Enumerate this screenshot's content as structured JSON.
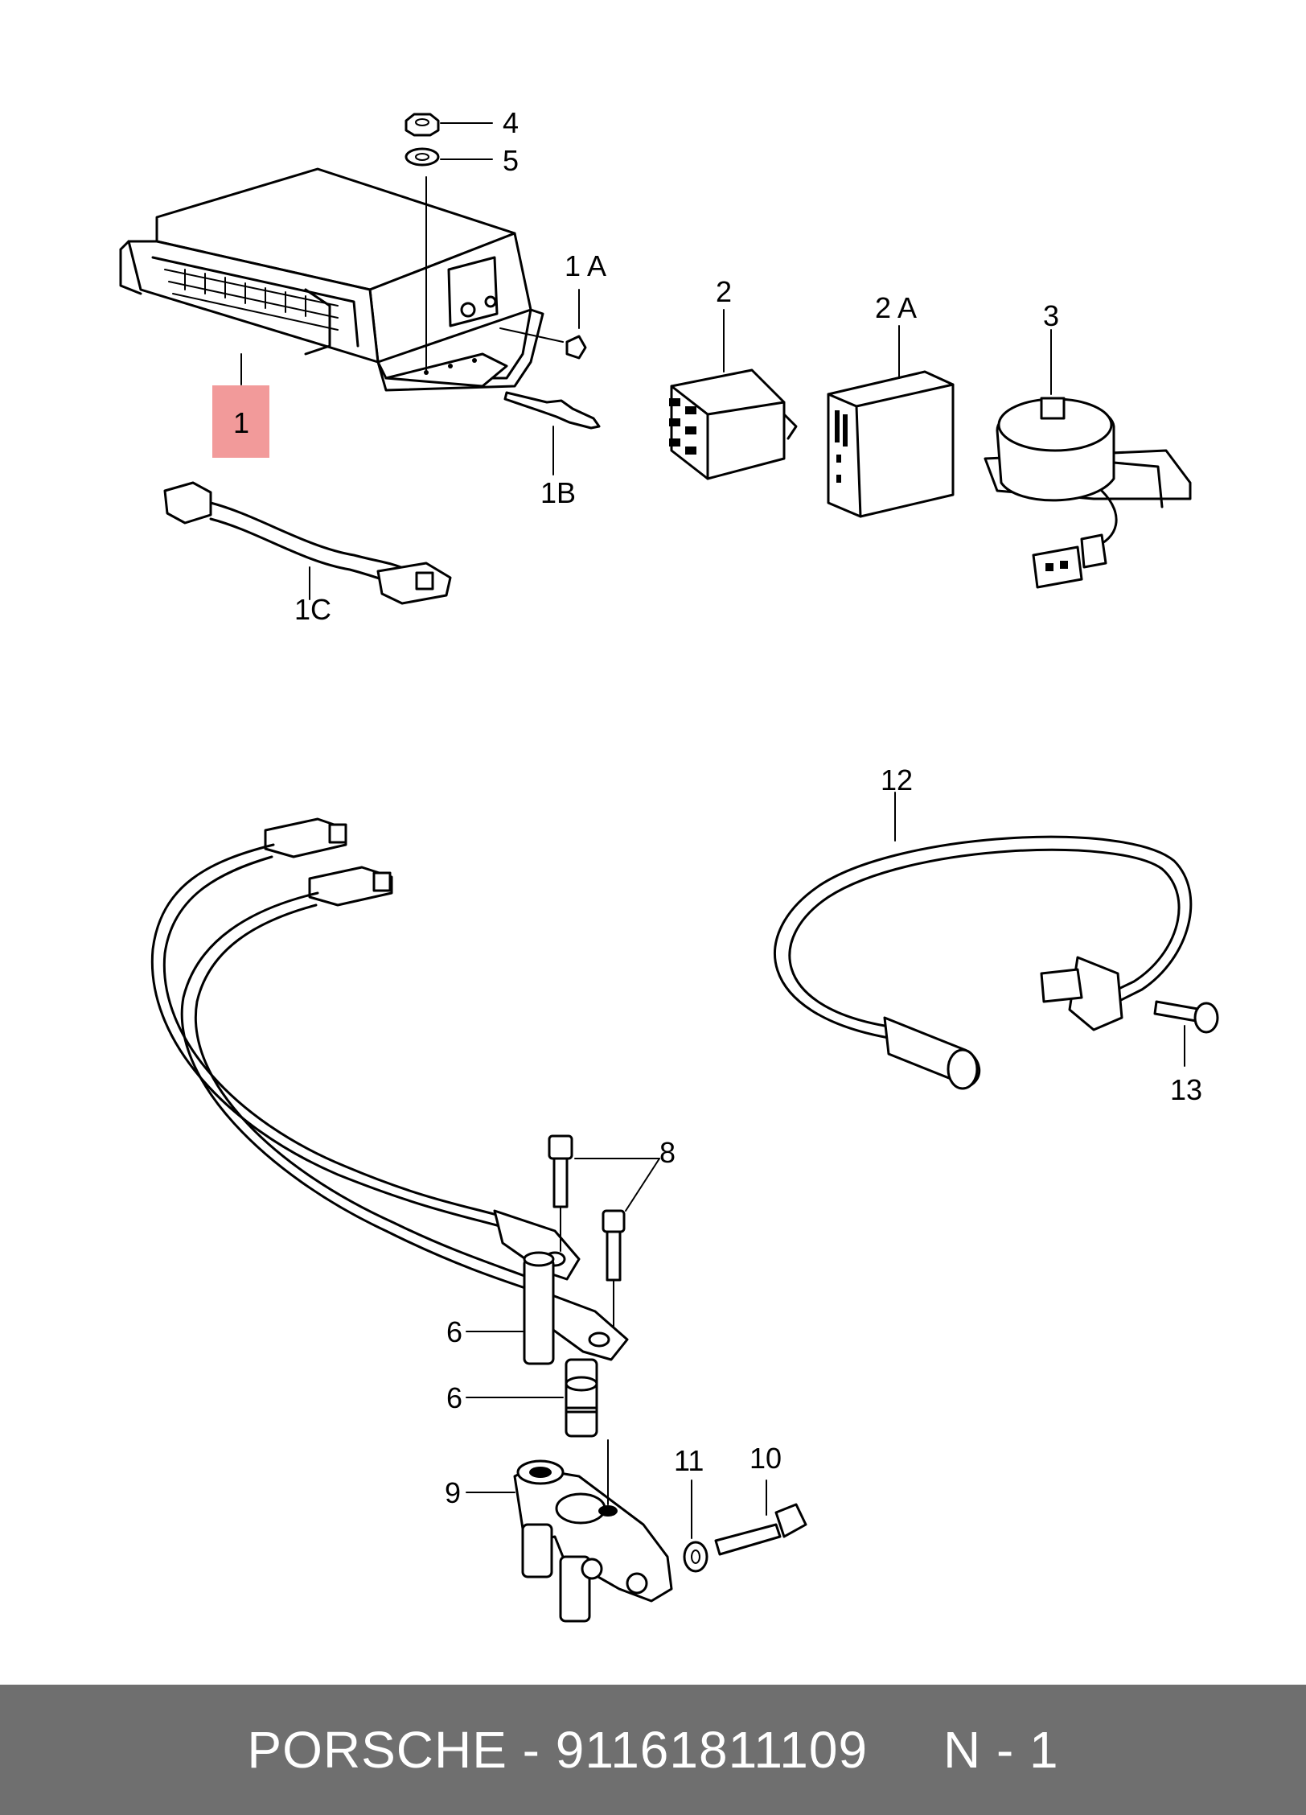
{
  "diagram": {
    "labels": {
      "p1": "1",
      "p1a": "1 A",
      "p1b": "1B",
      "p1c": "1C",
      "p2": "2",
      "p2a": "2 A",
      "p3": "3",
      "p4": "4",
      "p5": "5",
      "p6a": "6",
      "p6b": "6",
      "p8": "8",
      "p9": "9",
      "p10": "10",
      "p11": "11",
      "p12": "12",
      "p13": "13"
    },
    "highlighted_label": "1",
    "highlight_color": "#f29a9a"
  },
  "footer": {
    "text": "PORSCHE - 91161811109     N - 1",
    "background": "#6f6f6f"
  }
}
